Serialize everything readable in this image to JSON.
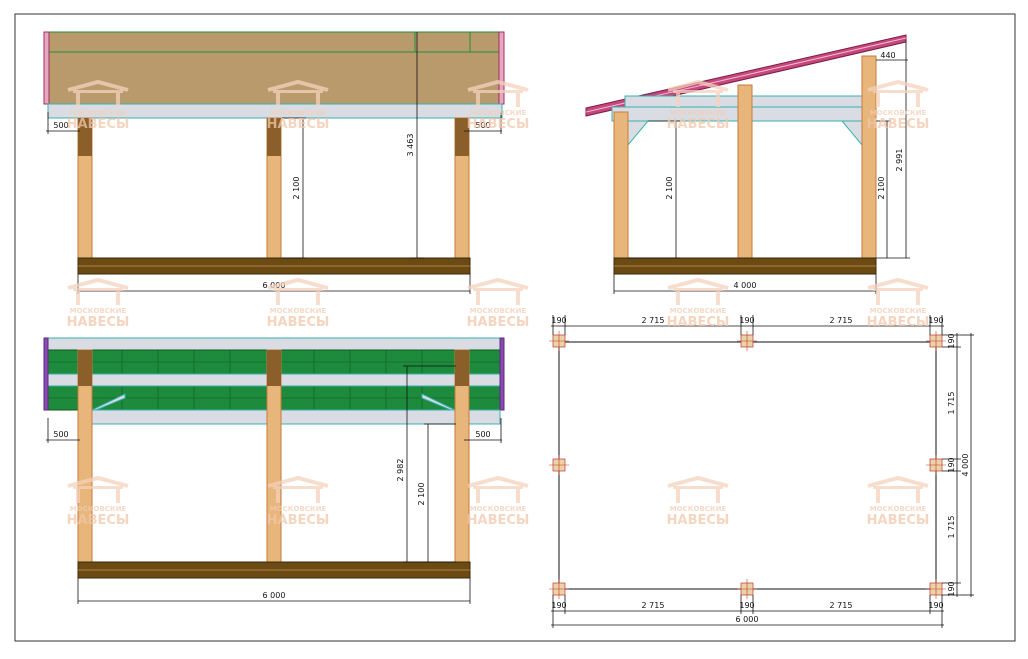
{
  "watermark": {
    "line1": "МОСКОВСКИЕ",
    "line2": "НАВЕСЫ"
  },
  "front_view": {
    "overhang_left": "500",
    "overhang_right": "500",
    "post_height": "2 100",
    "total_height": "3 463",
    "length": "6 000"
  },
  "side_view": {
    "ridge_offset": "440",
    "post_height": "2 100",
    "post_height_right": "2 100",
    "high_height": "2 991",
    "width": "4 000"
  },
  "back_view": {
    "overhang_left": "500",
    "overhang_right": "500",
    "high_height": "2 982",
    "post_height": "2 100",
    "length": "6 000"
  },
  "plan_view": {
    "top": [
      "190",
      "2 715",
      "190",
      "2 715",
      "190"
    ],
    "bottom": [
      "190",
      "2 715",
      "190",
      "2 715",
      "190"
    ],
    "total_length": "6 000",
    "right": [
      "190",
      "1 715",
      "190",
      "1 715",
      "190"
    ],
    "total_width": "4 000"
  },
  "colors": {
    "roof_brown": "#b99a6c",
    "post": "#e8b57a",
    "beam_dark": "#6b4a14",
    "purlin": "#d9dde3",
    "sheet_green": "#1e8a3c",
    "roof_pink": "#c5477b"
  }
}
